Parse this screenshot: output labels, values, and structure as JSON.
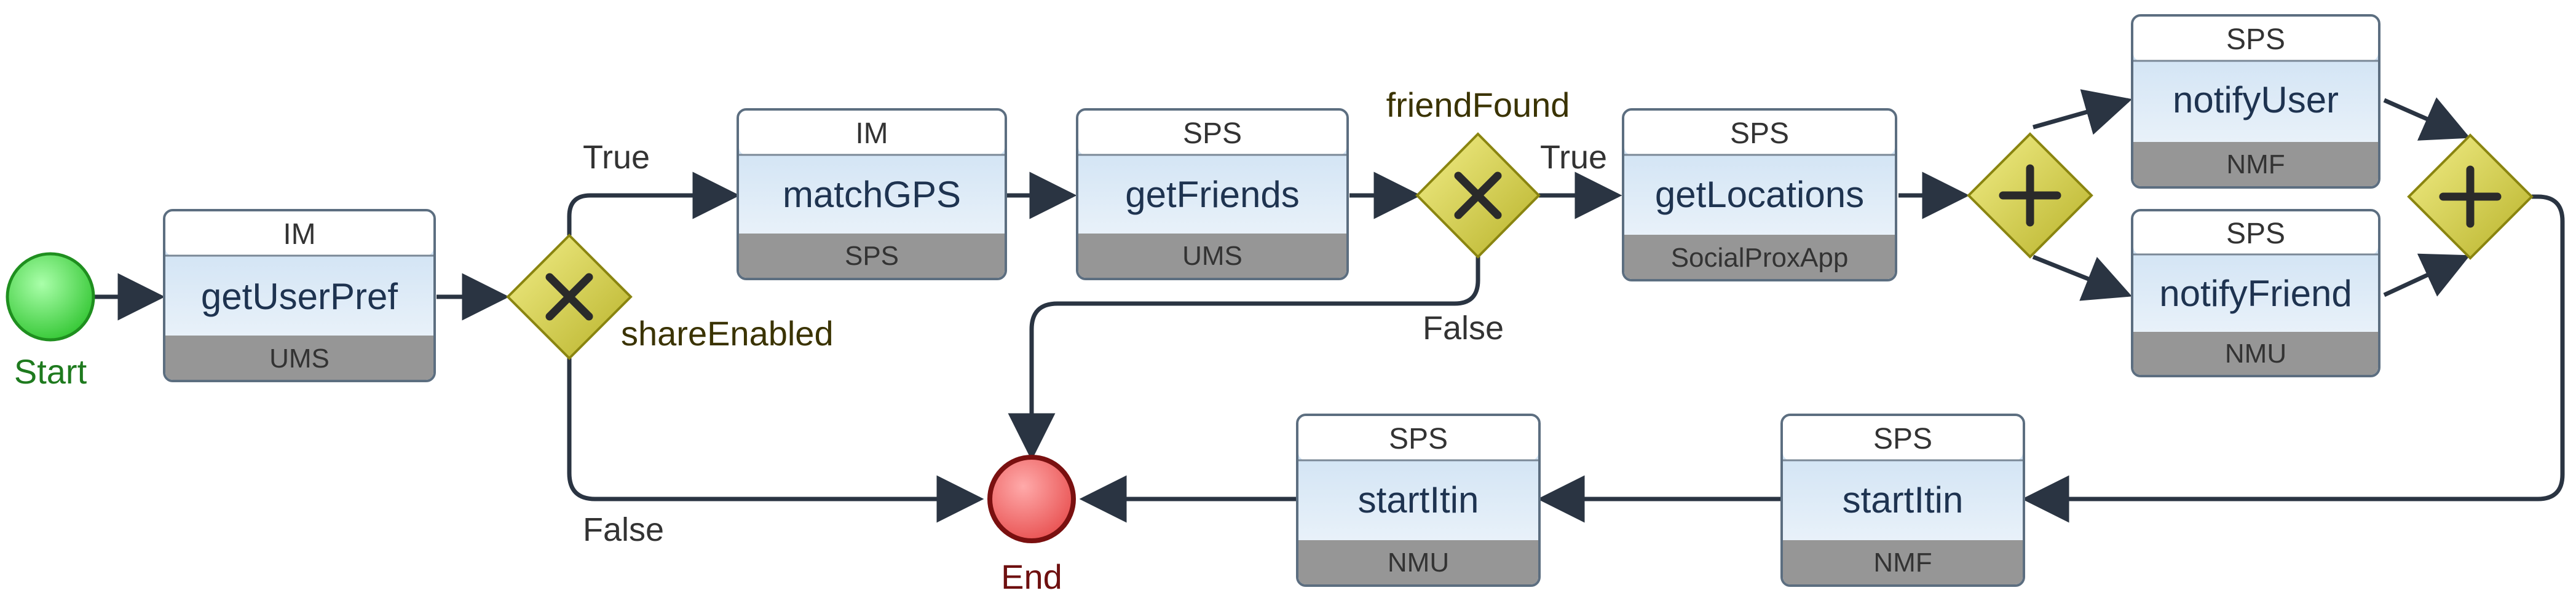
{
  "start": {
    "label": "Start"
  },
  "end": {
    "label": "End"
  },
  "tasks": {
    "getUserPref": {
      "header": "IM",
      "title": "getUserPref",
      "footer": "UMS"
    },
    "matchGPS": {
      "header": "IM",
      "title": "matchGPS",
      "footer": "SPS"
    },
    "getFriends": {
      "header": "SPS",
      "title": "getFriends",
      "footer": "UMS"
    },
    "getLocations": {
      "header": "SPS",
      "title": "getLocations",
      "footer": "SocialProxApp"
    },
    "notifyUser": {
      "header": "SPS",
      "title": "notifyUser",
      "footer": "NMF"
    },
    "notifyFriend": {
      "header": "SPS",
      "title": "notifyFriend",
      "footer": "NMU"
    },
    "startItin1": {
      "header": "SPS",
      "title": "startItin",
      "footer": "NMF"
    },
    "startItin2": {
      "header": "SPS",
      "title": "startItin",
      "footer": "NMU"
    }
  },
  "gateways": {
    "shareEnabled": {
      "label": "shareEnabled",
      "true_label": "True",
      "false_label": "False"
    },
    "friendFound": {
      "label": "friendFound",
      "true_label": "True",
      "false_label": "False"
    }
  },
  "colors": {
    "start": "#55dd55",
    "end": "#f06464",
    "gateway": "#d6d24a",
    "task_body": "#d8e8f5",
    "task_footer": "#969696",
    "edge": "#2a3442"
  }
}
